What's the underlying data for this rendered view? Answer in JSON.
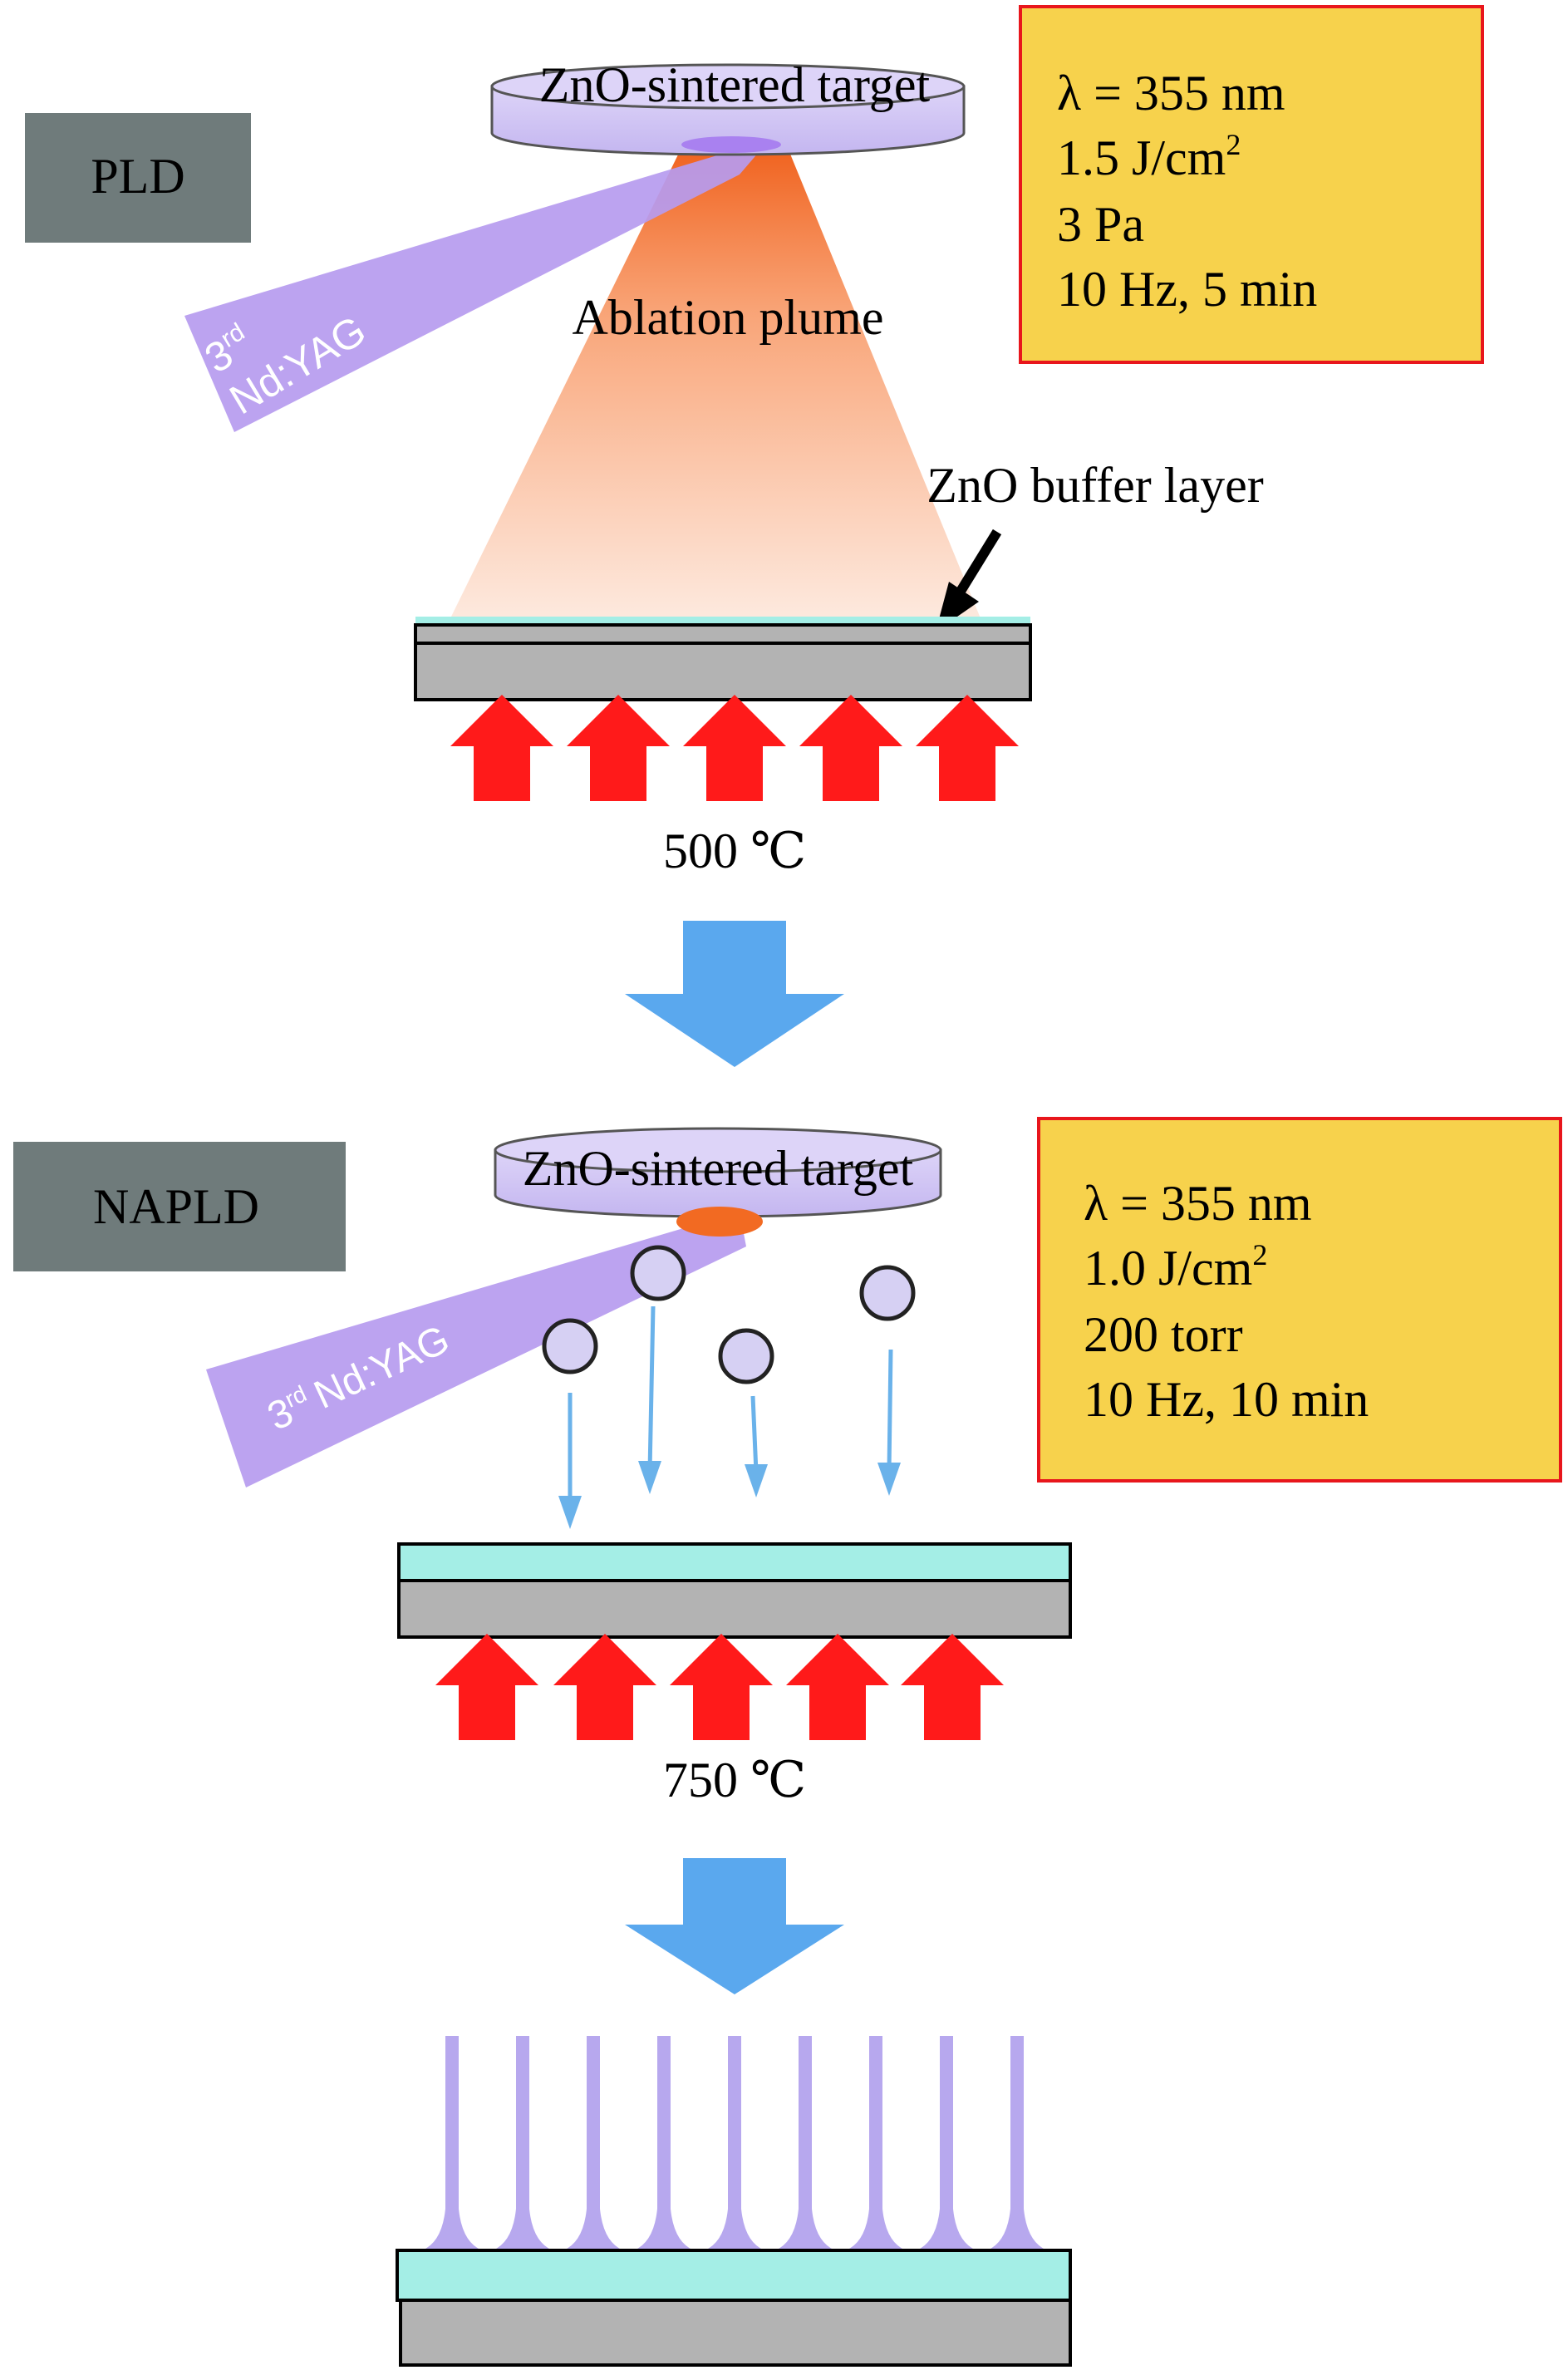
{
  "pld": {
    "stage_label": "PLD",
    "target_label": "ZnO-sintered target",
    "laser_label": {
      "ordinal": "3",
      "suffix": "rd",
      "name": "Nd:YAG"
    },
    "plume_label": "Ablation plume",
    "buffer_label": "ZnO buffer layer",
    "temperature": "500 ℃",
    "params": {
      "wavelength": "λ = 355 nm",
      "fluence": "1.5 J/cm",
      "fluence_exp": "2",
      "pressure": "3 Pa",
      "rate_time": "10 Hz, 5 min"
    }
  },
  "napld": {
    "stage_label": "NAPLD",
    "target_label": "ZnO-sintered target",
    "laser_label": {
      "ordinal": "3",
      "suffix": "rd",
      "name": "Nd:YAG"
    },
    "temperature": "750 ℃",
    "params": {
      "wavelength": "λ = 355 nm",
      "fluence": "1.0 J/cm",
      "fluence_exp": "2",
      "pressure": "200 torr",
      "rate_time": "10 Hz, 10 min"
    }
  },
  "colors": {
    "stage_box": "#6f7b7b",
    "param_box_fill": "#f7d24c",
    "param_box_border": "#e8161c",
    "heat_arrow": "#ff1a1a",
    "flow_arrow": "#5aa8ee",
    "laser": "#b69bef",
    "target": "#cfc3f4",
    "buffer_layer": "#a4eee6",
    "substrate": "#b3b3b3",
    "nanowire": "#b7a8ee",
    "particle_arrow": "#6ab2ea"
  }
}
